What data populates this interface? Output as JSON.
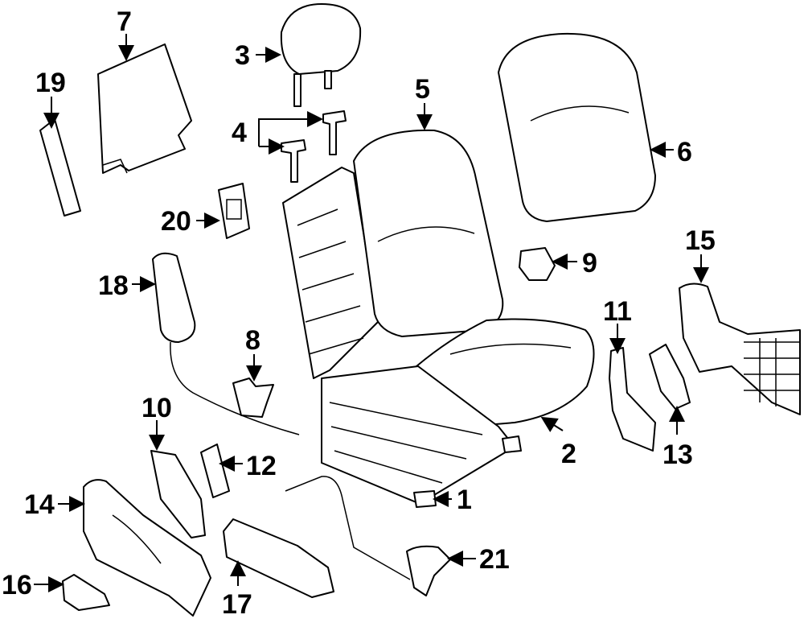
{
  "callouts": [
    "1",
    "2",
    "3",
    "4",
    "5",
    "6",
    "7",
    "8",
    "9",
    "10",
    "11",
    "12",
    "13",
    "14",
    "15",
    "16",
    "17",
    "18",
    "19",
    "20",
    "21"
  ],
  "colors": {
    "line": "#000000",
    "background": "#ffffff"
  }
}
